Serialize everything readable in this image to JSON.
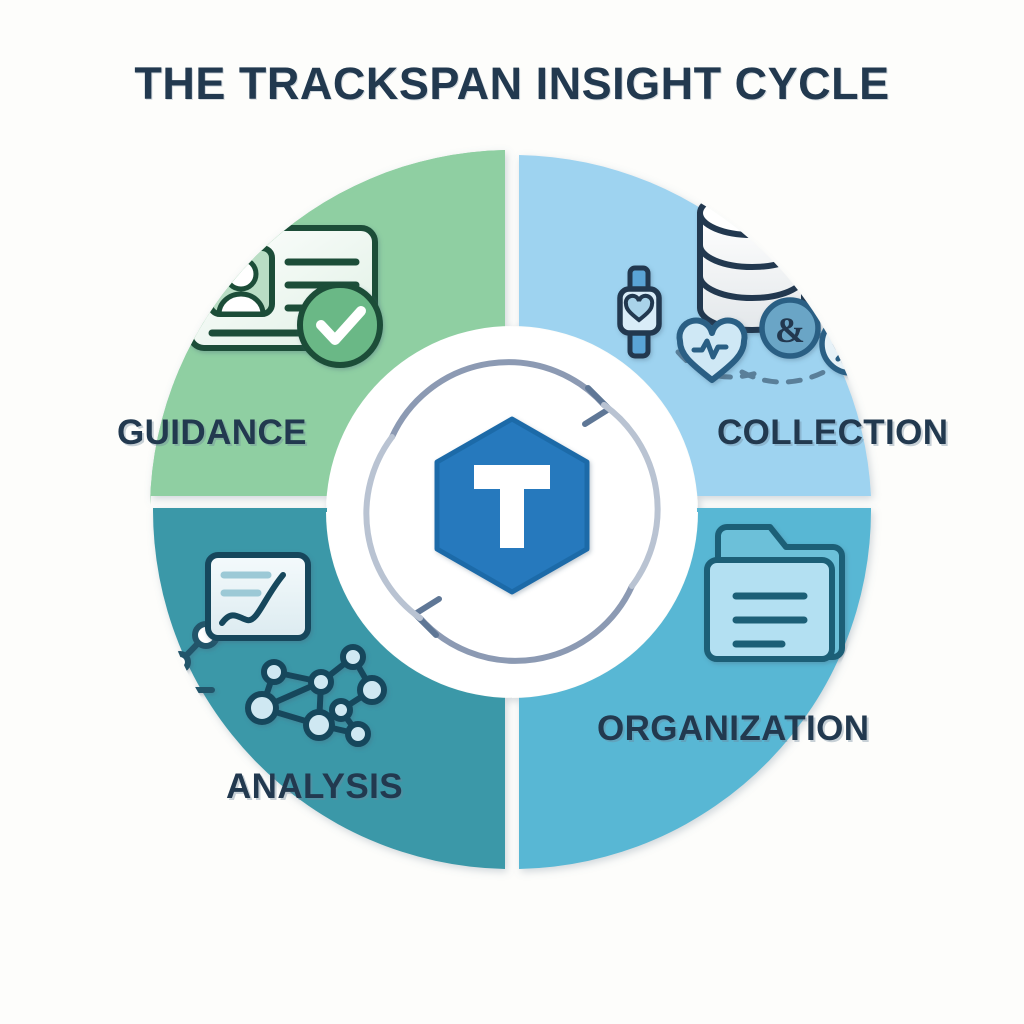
{
  "page": {
    "title": "THE TRACKSPAN INSIGHT CYCLE",
    "background_color": "#fdfdfb",
    "title_color": "#22394f"
  },
  "center": {
    "logo_letter": "T",
    "logo_name": "trackspan-hexagon-logo",
    "hex_color": "#2579bd",
    "hex_edge_color": "#1d6aa8",
    "letter_color": "#ffffff",
    "arrow_color": "#8c9ab3",
    "inner_circle_color": "#ffffff"
  },
  "chart_data": {
    "type": "pie",
    "title": "THE TRACKSPAN INSIGHT CYCLE",
    "categories": [
      "COLLECTION",
      "ORGANIZATION",
      "ANALYSIS",
      "GUIDANCE"
    ],
    "values": [
      25,
      25,
      25,
      25
    ],
    "colors": [
      "#9ed3f0",
      "#58b7d4",
      "#3a98a8",
      "#8fcfa2"
    ],
    "legend": "none",
    "grid": false,
    "annotations": [
      "Donut chart of four equal quadrants forming a cyclical process",
      "Center hub shows circular arrows around hexagon logo T"
    ]
  },
  "quadrants": [
    {
      "id": "collection",
      "label": "COLLECTION",
      "color": "#9ed3f0",
      "position": "top-right",
      "icons": [
        "database-cylinder-icon",
        "smartwatch-heart-icon",
        "heart-icon",
        "heart-icon",
        "ampersand-circle-icon",
        "dna-circle-icon",
        "heartbeat-heart-icon",
        "dashed-connector"
      ]
    },
    {
      "id": "organization",
      "label": "ORGANIZATION",
      "color": "#58b7d4",
      "position": "bottom-right",
      "icons": [
        "folder-document-icon"
      ]
    },
    {
      "id": "analysis",
      "label": "ANALYSIS",
      "color": "#3a98a8",
      "position": "bottom-left",
      "icons": [
        "line-chart-axes-icon",
        "trend-chart-panel-icon",
        "network-graph-icon"
      ]
    },
    {
      "id": "guidance",
      "label": "GUIDANCE",
      "color": "#8fcfa2",
      "position": "top-left",
      "icons": [
        "id-card-icon",
        "person-avatar-icon",
        "check-circle-icon"
      ]
    }
  ],
  "labels": {
    "collection": "COLLECTION",
    "organization": "ORGANIZATION",
    "analysis": "ANALYSIS",
    "guidance": "GUIDANCE"
  }
}
